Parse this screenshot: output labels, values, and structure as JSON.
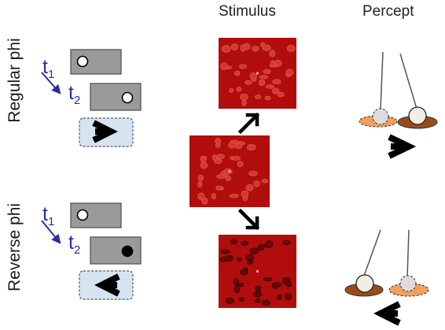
{
  "headers": {
    "stimulus": "Stimulus",
    "percept": "Percept"
  },
  "rows": {
    "regular": {
      "label": "Regular phi",
      "t1": {
        "base": "t",
        "sub": "1"
      },
      "t2": {
        "base": "t",
        "sub": "2"
      },
      "second_frame_dot": "white",
      "arrow_direction": "right"
    },
    "reverse": {
      "label": "Reverse phi",
      "t1": {
        "base": "t",
        "sub": "1"
      },
      "t2": {
        "base": "t",
        "sub": "2"
      },
      "second_frame_dot": "black",
      "arrow_direction": "left"
    }
  },
  "colors": {
    "stimulus_red": "#b20d0d",
    "frame_gray": "#9a9a9a",
    "arrow_box": "#d6e4f2",
    "time_blue": "#2a2fa0",
    "ball_fill": "#dcdcdc",
    "shadow_orange": "#f2a05a",
    "shadow_brown": "#9b4a1d"
  },
  "icons": [
    "diagonal-arrow-icon",
    "chevron-arrow-icon",
    "pendulum-ball-icon"
  ]
}
